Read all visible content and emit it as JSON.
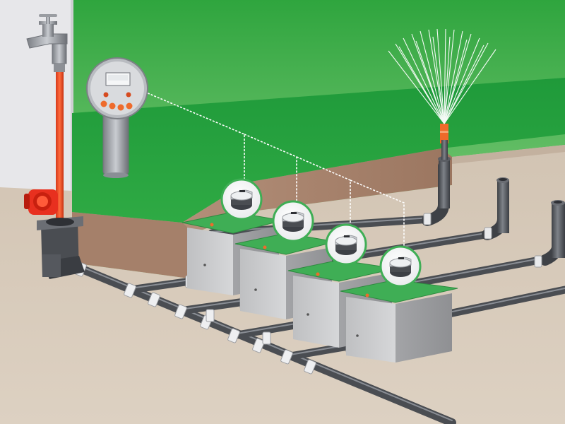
{
  "diagram": {
    "controller_display": "",
    "colors": {
      "sky_top": "#2fa53e",
      "sky_bottom": "#ffffff",
      "lawn_top": "#1f9a3a",
      "soil_face": "#a5806a",
      "ground": "#d8cbbb",
      "wall": "#e7e7ea",
      "pipe": "#55585e",
      "pipe_highlight": "#8a8e95",
      "hose": "#ee4a22",
      "valve_box": "#c9cacc",
      "valve_lid": "#3fae55",
      "wire": "#ffffff"
    },
    "components": [
      "tap",
      "supply-hose",
      "pressure-reducer",
      "wall-box-inlet",
      "irrigation-controller",
      "control-wires",
      "valve-box-1",
      "valve-box-2",
      "valve-box-3",
      "valve-box-4",
      "solenoid-valve-1",
      "solenoid-valve-2",
      "solenoid-valve-3",
      "solenoid-valve-4",
      "pop-up-sprinkler",
      "riser-2",
      "riser-3",
      "main-pipe",
      "branch-pipes"
    ]
  }
}
